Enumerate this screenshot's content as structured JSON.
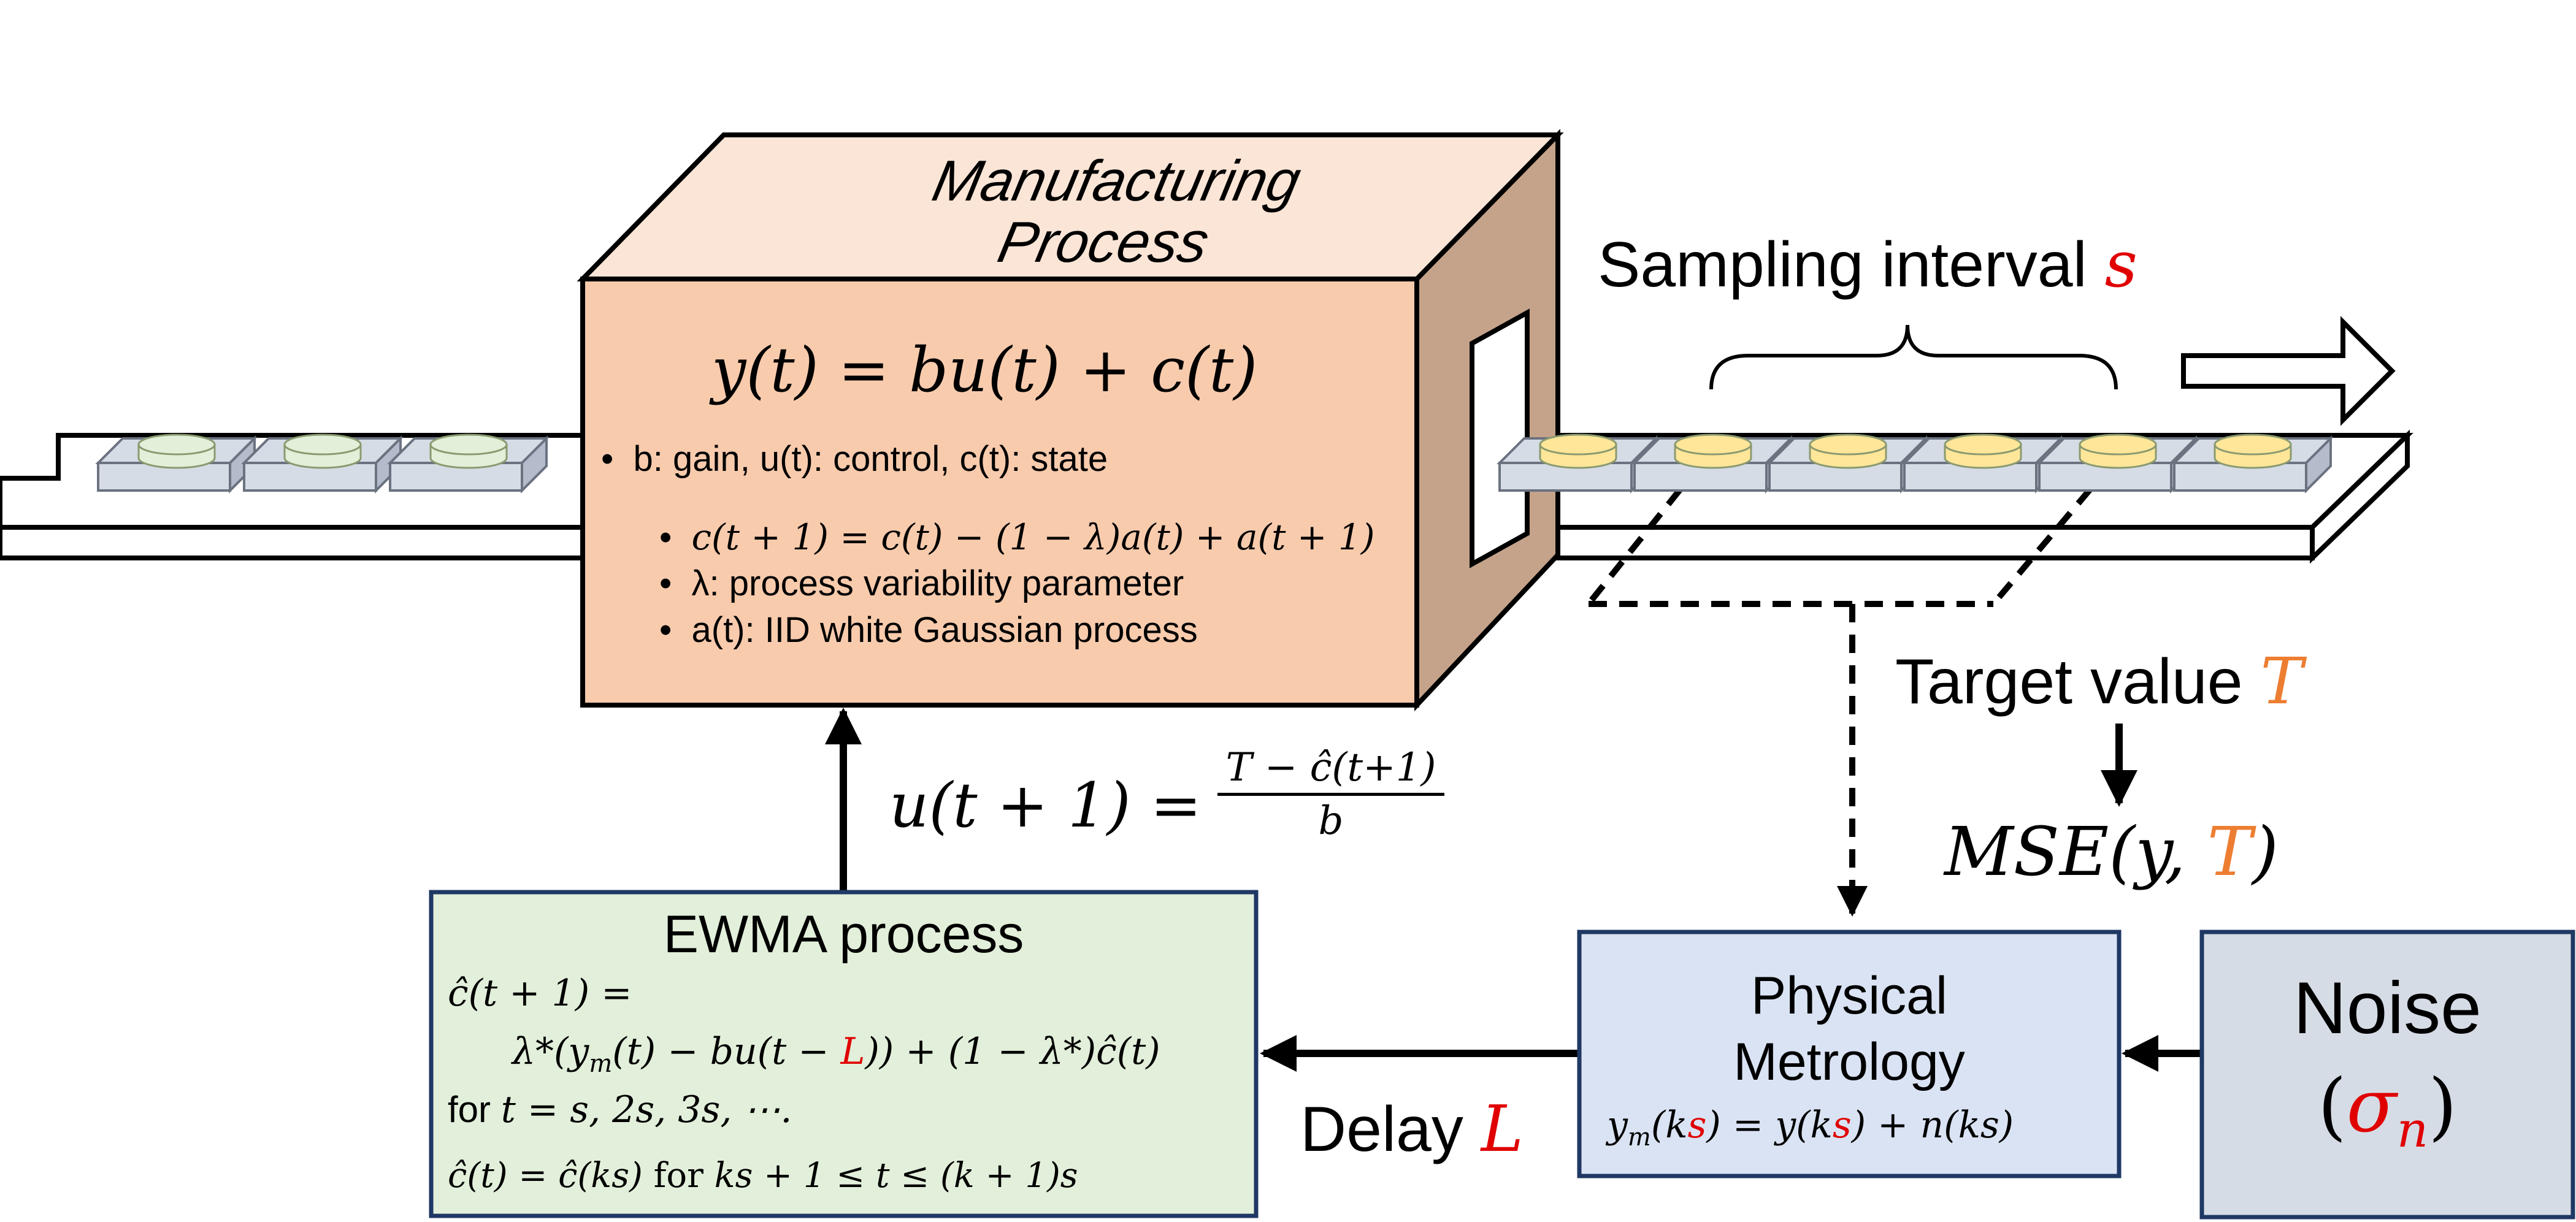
{
  "process_box": {
    "title_line1": "Manufacturing",
    "title_line2": "Process",
    "equation": "y(t) = bu(t) + c(t)",
    "bullet1": "b: gain, u(t): control, c(t): state",
    "sub_bullets": [
      "c(t + 1) = c(t) − (1 − λ)a(t) + a(t + 1)",
      "λ: process variability parameter",
      "a(t): IID white Gaussian process"
    ]
  },
  "sampling": {
    "label": "Sampling interval",
    "symbol": "s"
  },
  "target": {
    "label": "Target value",
    "symbol": "T"
  },
  "mse": {
    "prefix": "MSE(y, ",
    "symbol": "T",
    "suffix": ")"
  },
  "control_law": {
    "lhs": "u(t + 1) =",
    "numerator": "T − ĉ(t+1)",
    "denominator": "b"
  },
  "ewma": {
    "title": "EWMA process",
    "line1": "ĉ(t + 1) =",
    "line2_a": "λ*(y",
    "line2_sub": "m",
    "line2_b": "(t) − bu(t − ",
    "line2_delay": "L",
    "line2_c": ")) + (1 − λ*)ĉ(t)",
    "line3_prefix": "for ",
    "line3_math": "t = s, 2s, 3s, ⋯.",
    "line4_a": "ĉ(t) = ĉ(ks)",
    "line4_mid": " for ",
    "line4_b": "ks + 1 ≤ t ≤ (k + 1)s"
  },
  "metrology": {
    "title_line1": "Physical",
    "title_line2": "Metrology",
    "eq_a": "y",
    "eq_sub": "m",
    "eq_b": "(k",
    "eq_s1": "s",
    "eq_c": ") = y(k",
    "eq_s2": "s",
    "eq_d": ") + n(ks)"
  },
  "noise": {
    "label": "Noise",
    "paren_open": "(",
    "symbol": "σ",
    "sub": "n",
    "paren_close": ")"
  },
  "delay": {
    "label": "Delay",
    "symbol": "L"
  },
  "colors": {
    "process_front": "#f8cbad",
    "process_top": "#fbe5d6",
    "process_side": "#c5a38a",
    "ewma_fill": "#e2efda",
    "metrology_fill": "#dae3f3",
    "noise_fill": "#d6dce5",
    "box_border": "#1f3864",
    "accent_red": "#e00000",
    "accent_orange": "#ed7d31",
    "wafer_green": "#e2f0d9",
    "wafer_yellow": "#ffe699",
    "pad_fill": "#d6dce5"
  }
}
